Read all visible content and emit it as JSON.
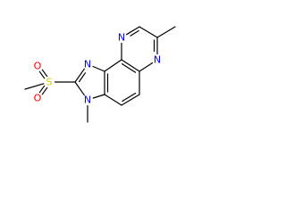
{
  "molecule": {
    "atoms": {
      "n_imidazole_top": {
        "symbol": "N",
        "color": "#0000ff"
      },
      "n_imidazole_bottom": {
        "symbol": "N",
        "color": "#0000ff"
      },
      "n_pyrazine_top": {
        "symbol": "N",
        "color": "#0000ff"
      },
      "n_pyrazine_bottom": {
        "symbol": "N",
        "color": "#0000ff"
      },
      "sulfur": {
        "symbol": "S",
        "color": "#cccc00"
      },
      "oxygen_top": {
        "symbol": "O",
        "color": "#ff0000"
      },
      "oxygen_bottom": {
        "symbol": "O",
        "color": "#ff0000"
      }
    }
  }
}
